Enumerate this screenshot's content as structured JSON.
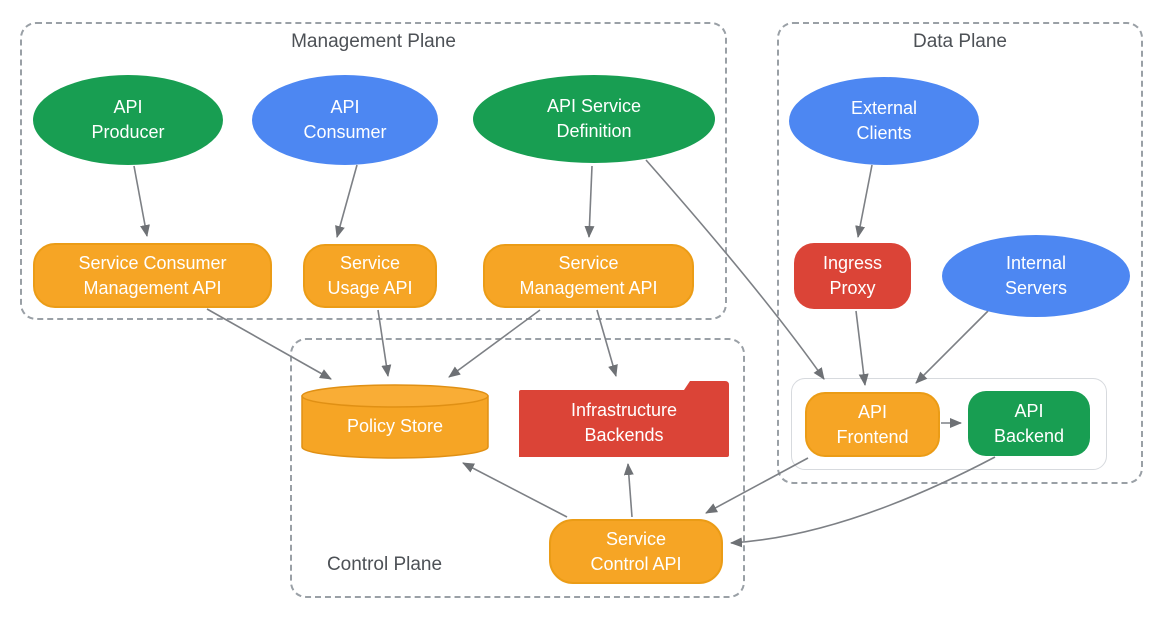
{
  "planes": {
    "management": {
      "title": "Management Plane"
    },
    "data": {
      "title": "Data Plane"
    },
    "control": {
      "title": "Control Plane"
    }
  },
  "nodes": {
    "api_producer": {
      "label": "API\nProducer",
      "shape": "ellipse",
      "color": "green"
    },
    "api_consumer": {
      "label": "API\nConsumer",
      "shape": "ellipse",
      "color": "blue"
    },
    "api_service_definition": {
      "label": "API Service\nDefinition",
      "shape": "ellipse",
      "color": "green"
    },
    "external_clients": {
      "label": "External\nClients",
      "shape": "ellipse",
      "color": "blue"
    },
    "internal_servers": {
      "label": "Internal\nServers",
      "shape": "ellipse",
      "color": "blue"
    },
    "service_consumer_management_api": {
      "label": "Service Consumer\nManagement API",
      "shape": "rounded-rect",
      "color": "orange"
    },
    "service_usage_api": {
      "label": "Service\nUsage API",
      "shape": "rounded-rect",
      "color": "orange"
    },
    "service_management_api": {
      "label": "Service\nManagement API",
      "shape": "rounded-rect",
      "color": "orange"
    },
    "ingress_proxy": {
      "label": "Ingress\nProxy",
      "shape": "rounded-rect",
      "color": "red"
    },
    "api_frontend": {
      "label": "API\nFrontend",
      "shape": "rounded-rect",
      "color": "orange"
    },
    "api_backend": {
      "label": "API\nBackend",
      "shape": "rounded-rect",
      "color": "green"
    },
    "policy_store": {
      "label": "Policy Store",
      "shape": "cylinder",
      "color": "orange"
    },
    "infrastructure_backends": {
      "label": "Infrastructure\nBackends",
      "shape": "folder",
      "color": "red"
    },
    "service_control_api": {
      "label": "Service\nControl API",
      "shape": "rounded-rect",
      "color": "orange"
    }
  },
  "edges": [
    {
      "from": "api_producer",
      "to": "service_consumer_management_api"
    },
    {
      "from": "api_consumer",
      "to": "service_usage_api"
    },
    {
      "from": "api_service_definition",
      "to": "service_management_api"
    },
    {
      "from": "api_service_definition",
      "to": "api_frontend"
    },
    {
      "from": "service_consumer_management_api",
      "to": "policy_store"
    },
    {
      "from": "service_usage_api",
      "to": "policy_store"
    },
    {
      "from": "service_management_api",
      "to": "policy_store"
    },
    {
      "from": "service_management_api",
      "to": "infrastructure_backends"
    },
    {
      "from": "external_clients",
      "to": "ingress_proxy"
    },
    {
      "from": "ingress_proxy",
      "to": "api_frontend"
    },
    {
      "from": "internal_servers",
      "to": "api_frontend"
    },
    {
      "from": "api_frontend",
      "to": "api_backend"
    },
    {
      "from": "api_frontend",
      "to": "service_control_api"
    },
    {
      "from": "api_backend",
      "to": "service_control_api"
    },
    {
      "from": "service_control_api",
      "to": "policy_store"
    },
    {
      "from": "service_control_api",
      "to": "infrastructure_backends"
    }
  ],
  "colors": {
    "green": "#189E52",
    "blue": "#4D87F2",
    "orange": "#F6A525",
    "red": "#DB4437",
    "arrow": "#7D8085",
    "plane_border": "#9AA0A6",
    "plane_title_text": "#4D5156",
    "node_text": "#FFFFFF",
    "inner_container_border": "#D7DADE"
  }
}
